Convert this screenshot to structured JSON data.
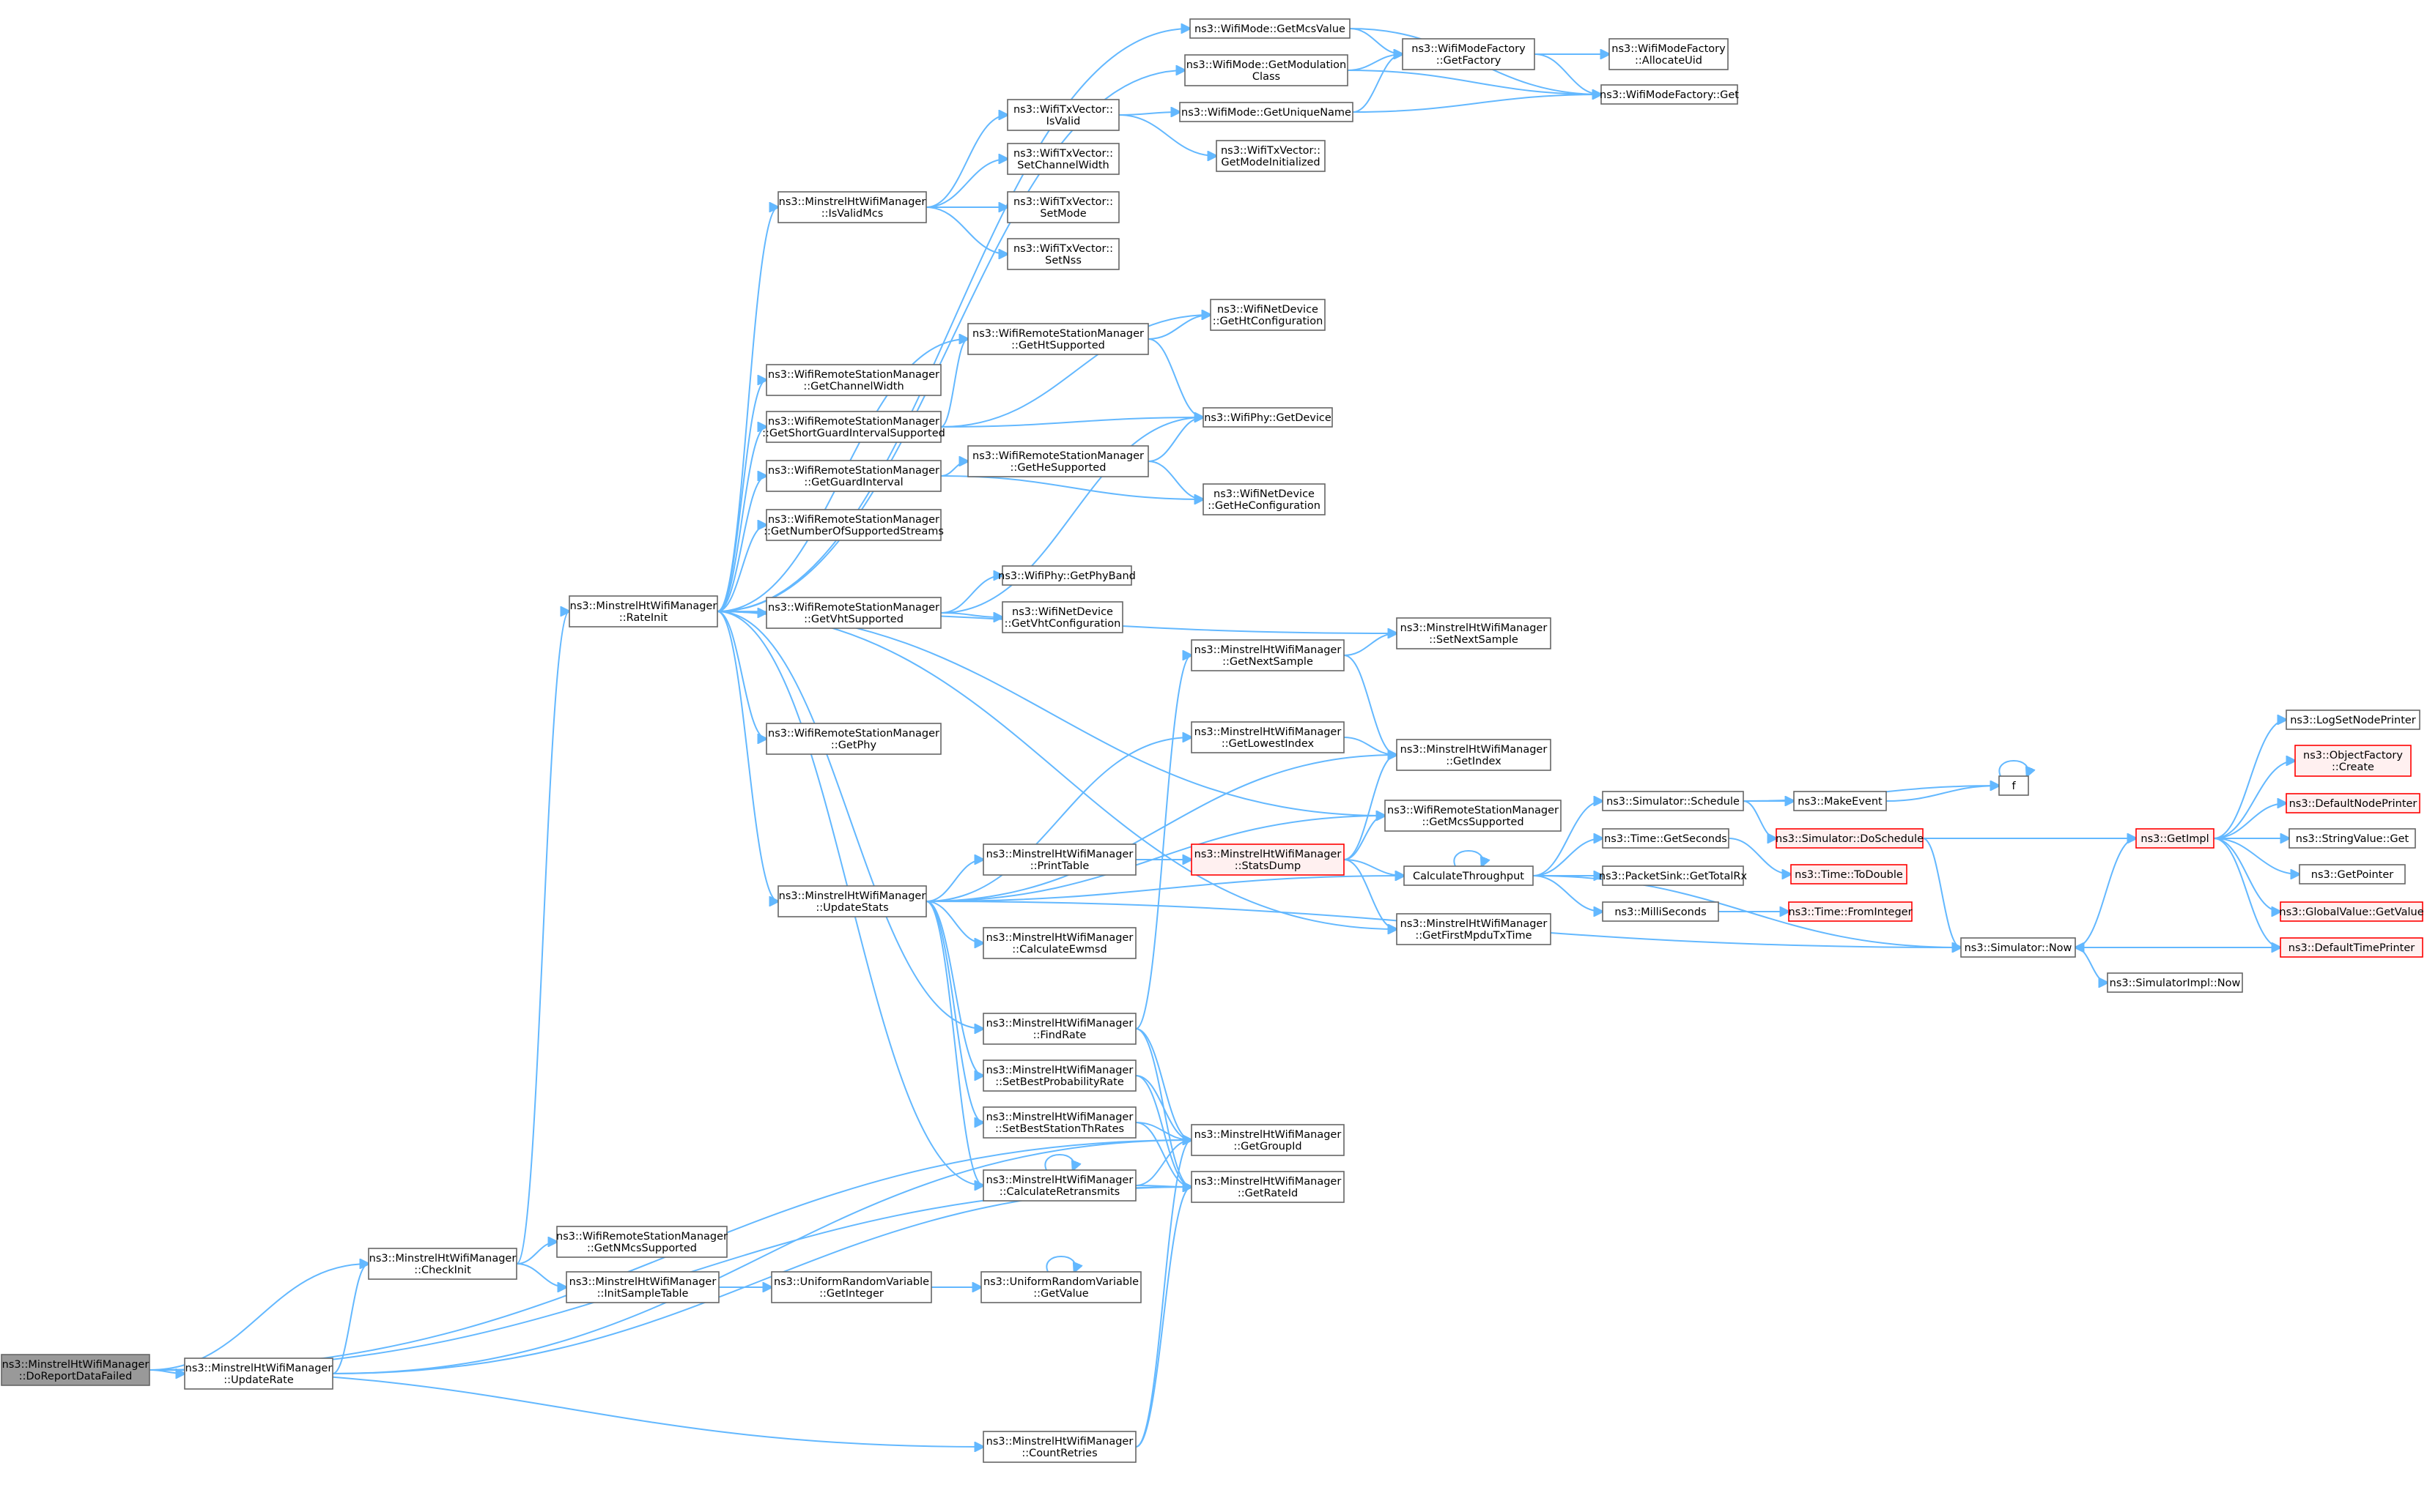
{
  "colors": {
    "edge": "#63b8ff",
    "box_border": "#666666",
    "box_fill": "#ffffff",
    "root_fill": "#999999",
    "truncated_border": "#ff0000",
    "truncated_fill": "#fff0f0",
    "text": "#000000"
  },
  "nodes": [
    {
      "id": "root",
      "lines": [
        "ns3::MinstrelHtWifiManager",
        "::DoReportDataFailed"
      ],
      "kind": "root"
    },
    {
      "id": "checkinit",
      "lines": [
        "ns3::MinstrelHtWifiManager",
        "::CheckInit"
      ]
    },
    {
      "id": "updaterate",
      "lines": [
        "ns3::MinstrelHtWifiManager",
        "::UpdateRate"
      ]
    },
    {
      "id": "rateinit",
      "lines": [
        "ns3::MinstrelHtWifiManager",
        "::RateInit"
      ]
    },
    {
      "id": "getnmcs",
      "lines": [
        "ns3::WifiRemoteStationManager",
        "::GetNMcsSupported"
      ]
    },
    {
      "id": "initsample",
      "lines": [
        "ns3::MinstrelHtWifiManager",
        "::InitSampleTable"
      ]
    },
    {
      "id": "urv_getint",
      "lines": [
        "ns3::UniformRandomVariable",
        "::GetInteger"
      ]
    },
    {
      "id": "urv_getval",
      "lines": [
        "ns3::UniformRandomVariable",
        "::GetValue"
      ]
    },
    {
      "id": "countretries",
      "lines": [
        "ns3::MinstrelHtWifiManager",
        "::CountRetries"
      ]
    },
    {
      "id": "isvalidmcs",
      "lines": [
        "ns3::MinstrelHtWifiManager",
        "::IsValidMcs"
      ]
    },
    {
      "id": "txv_isvalid",
      "lines": [
        "ns3::WifiTxVector::",
        "IsValid"
      ]
    },
    {
      "id": "txv_setcw",
      "lines": [
        "ns3::WifiTxVector::",
        "SetChannelWidth"
      ]
    },
    {
      "id": "txv_setmode",
      "lines": [
        "ns3::WifiTxVector::",
        "SetMode"
      ]
    },
    {
      "id": "txv_setnss",
      "lines": [
        "ns3::WifiTxVector::",
        "SetNss"
      ]
    },
    {
      "id": "mode_getmcs",
      "lines": [
        "ns3::WifiMode::GetMcsValue"
      ]
    },
    {
      "id": "mode_getmod",
      "lines": [
        "ns3::WifiMode::GetModulation",
        "Class"
      ]
    },
    {
      "id": "mode_getuid",
      "lines": [
        "ns3::WifiMode::GetUniqueName"
      ]
    },
    {
      "id": "txv_getmodeinit",
      "lines": [
        "ns3::WifiTxVector::",
        "GetModeInitialized"
      ]
    },
    {
      "id": "mf_getfactory",
      "lines": [
        "ns3::WifiModeFactory",
        "::GetFactory"
      ]
    },
    {
      "id": "mf_alloc",
      "lines": [
        "ns3::WifiModeFactory",
        "::AllocateUid"
      ]
    },
    {
      "id": "mf_get",
      "lines": [
        "ns3::WifiModeFactory::Get"
      ]
    },
    {
      "id": "rsm_getht",
      "lines": [
        "ns3::WifiRemoteStationManager",
        "::GetHtSupported"
      ]
    },
    {
      "id": "rsm_getcw",
      "lines": [
        "ns3::WifiRemoteStationManager",
        "::GetChannelWidth"
      ]
    },
    {
      "id": "rsm_getsgi",
      "lines": [
        "ns3::WifiRemoteStationManager",
        "::GetShortGuardIntervalSupported"
      ]
    },
    {
      "id": "rsm_getgi",
      "lines": [
        "ns3::WifiRemoteStationManager",
        "::GetGuardInterval"
      ]
    },
    {
      "id": "rsm_getnss",
      "lines": [
        "ns3::WifiRemoteStationManager",
        "::GetNumberOfSupportedStreams"
      ]
    },
    {
      "id": "rsm_getvht",
      "lines": [
        "ns3::WifiRemoteStationManager",
        "::GetVhtSupported"
      ]
    },
    {
      "id": "rsm_gethe",
      "lines": [
        "ns3::WifiRemoteStationManager",
        "::GetHeSupported"
      ]
    },
    {
      "id": "nd_getht",
      "lines": [
        "ns3::WifiNetDevice",
        "::GetHtConfiguration"
      ]
    },
    {
      "id": "phy_getdev",
      "lines": [
        "ns3::WifiPhy::GetDevice"
      ]
    },
    {
      "id": "nd_gethe",
      "lines": [
        "ns3::WifiNetDevice",
        "::GetHeConfiguration"
      ]
    },
    {
      "id": "phy_getband",
      "lines": [
        "ns3::WifiPhy::GetPhyBand"
      ]
    },
    {
      "id": "nd_getvht",
      "lines": [
        "ns3::WifiNetDevice",
        "::GetVhtConfiguration"
      ]
    },
    {
      "id": "setnextsample",
      "lines": [
        "ns3::MinstrelHtWifiManager",
        "::SetNextSample"
      ]
    },
    {
      "id": "getnextsample",
      "lines": [
        "ns3::MinstrelHtWifiManager",
        "::GetNextSample"
      ]
    },
    {
      "id": "rsm_getphy",
      "lines": [
        "ns3::WifiRemoteStationManager",
        "::GetPhy"
      ]
    },
    {
      "id": "getlowest",
      "lines": [
        "ns3::MinstrelHtWifiManager",
        "::GetLowestIndex"
      ]
    },
    {
      "id": "getindex",
      "lines": [
        "ns3::MinstrelHtWifiManager",
        "::GetIndex"
      ]
    },
    {
      "id": "rsm_getmcs",
      "lines": [
        "ns3::WifiRemoteStationManager",
        "::GetMcsSupported"
      ]
    },
    {
      "id": "updatestats",
      "lines": [
        "ns3::MinstrelHtWifiManager",
        "::UpdateStats"
      ]
    },
    {
      "id": "printtable",
      "lines": [
        "ns3::MinstrelHtWifiManager",
        "::PrintTable"
      ]
    },
    {
      "id": "statsdump",
      "lines": [
        "ns3::MinstrelHtWifiManager",
        "::StatsDump"
      ],
      "kind": "truncated"
    },
    {
      "id": "calcthr",
      "lines": [
        "CalculateThroughput"
      ]
    },
    {
      "id": "getfirstmpdu",
      "lines": [
        "ns3::MinstrelHtWifiManager",
        "::GetFirstMpduTxTime"
      ]
    },
    {
      "id": "calcewmsd",
      "lines": [
        "ns3::MinstrelHtWifiManager",
        "::CalculateEwmsd"
      ]
    },
    {
      "id": "findrate",
      "lines": [
        "ns3::MinstrelHtWifiManager",
        "::FindRate"
      ]
    },
    {
      "id": "setbestprob",
      "lines": [
        "ns3::MinstrelHtWifiManager",
        "::SetBestProbabilityRate"
      ]
    },
    {
      "id": "setbestthr",
      "lines": [
        "ns3::MinstrelHtWifiManager",
        "::SetBestStationThRates"
      ]
    },
    {
      "id": "calcretrans",
      "lines": [
        "ns3::MinstrelHtWifiManager",
        "::CalculateRetransmits"
      ]
    },
    {
      "id": "getgroupid",
      "lines": [
        "ns3::MinstrelHtWifiManager",
        "::GetGroupId"
      ]
    },
    {
      "id": "getrateid",
      "lines": [
        "ns3::MinstrelHtWifiManager",
        "::GetRateId"
      ]
    },
    {
      "id": "sim_schedule",
      "lines": [
        "ns3::Simulator::Schedule"
      ]
    },
    {
      "id": "makeevent",
      "lines": [
        "ns3::MakeEvent"
      ]
    },
    {
      "id": "sim_dosched",
      "lines": [
        "ns3::Simulator::DoSchedule"
      ],
      "kind": "truncated"
    },
    {
      "id": "f",
      "lines": [
        "f"
      ]
    },
    {
      "id": "time_getsec",
      "lines": [
        "ns3::Time::GetSeconds"
      ]
    },
    {
      "id": "time_todouble",
      "lines": [
        "ns3::Time::ToDouble"
      ],
      "kind": "truncated"
    },
    {
      "id": "pktsink",
      "lines": [
        "ns3::PacketSink::GetTotalRx"
      ]
    },
    {
      "id": "millisec",
      "lines": [
        "ns3::MilliSeconds"
      ]
    },
    {
      "id": "time_fromint",
      "lines": [
        "ns3::Time::FromInteger"
      ],
      "kind": "truncated"
    },
    {
      "id": "sim_now",
      "lines": [
        "ns3::Simulator::Now"
      ]
    },
    {
      "id": "simimpl_now",
      "lines": [
        "ns3::SimulatorImpl::Now"
      ]
    },
    {
      "id": "getimpl",
      "lines": [
        "ns3::GetImpl"
      ],
      "kind": "truncated"
    },
    {
      "id": "logsetnode",
      "lines": [
        "ns3::LogSetNodePrinter"
      ]
    },
    {
      "id": "objfactory",
      "lines": [
        "ns3::ObjectFactory",
        "::Create"
      ],
      "kind": "truncated"
    },
    {
      "id": "defnodeprinter",
      "lines": [
        "ns3::DefaultNodePrinter"
      ],
      "kind": "truncated"
    },
    {
      "id": "strvalget",
      "lines": [
        "ns3::StringValue::Get"
      ]
    },
    {
      "id": "getpointer",
      "lines": [
        "ns3::GetPointer"
      ]
    },
    {
      "id": "globalval",
      "lines": [
        "ns3::GlobalValue::GetValue"
      ],
      "kind": "truncated"
    },
    {
      "id": "deftimeprinter",
      "lines": [
        "ns3::DefaultTimePrinter"
      ],
      "kind": "truncated"
    }
  ],
  "edges": [
    [
      "root",
      "checkinit"
    ],
    [
      "root",
      "updaterate"
    ],
    [
      "root",
      "getgroupid"
    ],
    [
      "root",
      "countretries"
    ],
    [
      "root",
      "getrateid"
    ],
    [
      "checkinit",
      "rateinit"
    ],
    [
      "checkinit",
      "getnmcs"
    ],
    [
      "checkinit",
      "initsample"
    ],
    [
      "updaterate",
      "checkinit"
    ],
    [
      "updaterate",
      "getgroupid"
    ],
    [
      "updaterate",
      "getrateid"
    ],
    [
      "initsample",
      "urv_getint"
    ],
    [
      "urv_getint",
      "urv_getval"
    ],
    [
      "urv_getval",
      "urv_getval"
    ],
    [
      "countretries",
      "getgroupid"
    ],
    [
      "countretries",
      "getrateid"
    ],
    [
      "rateinit",
      "mode_getmcs"
    ],
    [
      "rateinit",
      "mode_getmod"
    ],
    [
      "rateinit",
      "isvalidmcs"
    ],
    [
      "rateinit",
      "rsm_getht"
    ],
    [
      "rateinit",
      "rsm_getcw"
    ],
    [
      "rateinit",
      "rsm_getsgi"
    ],
    [
      "rateinit",
      "rsm_getgi"
    ],
    [
      "rateinit",
      "rsm_getnss"
    ],
    [
      "rateinit",
      "rsm_getvht"
    ],
    [
      "rateinit",
      "setnextsample"
    ],
    [
      "rateinit",
      "rsm_getmcs"
    ],
    [
      "rateinit",
      "rsm_getphy"
    ],
    [
      "rateinit",
      "updatestats"
    ],
    [
      "rateinit",
      "findrate"
    ],
    [
      "rateinit",
      "calcretrans"
    ],
    [
      "rateinit",
      "getfirstmpdu"
    ],
    [
      "isvalidmcs",
      "txv_isvalid"
    ],
    [
      "isvalidmcs",
      "txv_setcw"
    ],
    [
      "isvalidmcs",
      "txv_setmode"
    ],
    [
      "isvalidmcs",
      "txv_setnss"
    ],
    [
      "txv_isvalid",
      "mode_getuid"
    ],
    [
      "txv_isvalid",
      "txv_getmodeinit"
    ],
    [
      "mode_getmcs",
      "mf_getfactory"
    ],
    [
      "mode_getmcs",
      "mf_get"
    ],
    [
      "mode_getmod",
      "mf_getfactory"
    ],
    [
      "mode_getmod",
      "mf_get"
    ],
    [
      "mode_getuid",
      "mf_getfactory"
    ],
    [
      "mode_getuid",
      "mf_get"
    ],
    [
      "mf_getfactory",
      "mf_alloc"
    ],
    [
      "mf_getfactory",
      "mf_get"
    ],
    [
      "rsm_getht",
      "nd_getht"
    ],
    [
      "rsm_getht",
      "phy_getdev"
    ],
    [
      "rsm_getsgi",
      "nd_getht"
    ],
    [
      "rsm_getsgi",
      "phy_getdev"
    ],
    [
      "rsm_getsgi",
      "rsm_getht"
    ],
    [
      "rsm_getgi",
      "rsm_gethe"
    ],
    [
      "rsm_getgi",
      "nd_gethe"
    ],
    [
      "rsm_gethe",
      "phy_getdev"
    ],
    [
      "rsm_gethe",
      "nd_gethe"
    ],
    [
      "rsm_getvht",
      "phy_getband"
    ],
    [
      "rsm_getvht",
      "nd_getvht"
    ],
    [
      "rsm_getvht",
      "phy_getdev"
    ],
    [
      "getnextsample",
      "setnextsample"
    ],
    [
      "getnextsample",
      "getindex"
    ],
    [
      "getlowest",
      "getindex"
    ],
    [
      "updatestats",
      "getlowest"
    ],
    [
      "updatestats",
      "getindex"
    ],
    [
      "updatestats",
      "rsm_getmcs"
    ],
    [
      "updatestats",
      "printtable"
    ],
    [
      "updatestats",
      "calcthr"
    ],
    [
      "updatestats",
      "calcewmsd"
    ],
    [
      "updatestats",
      "setbestprob"
    ],
    [
      "updatestats",
      "setbestthr"
    ],
    [
      "updatestats",
      "calcretrans"
    ],
    [
      "updatestats",
      "sim_now"
    ],
    [
      "printtable",
      "statsdump"
    ],
    [
      "statsdump",
      "getindex"
    ],
    [
      "statsdump",
      "rsm_getmcs"
    ],
    [
      "statsdump",
      "calcthr"
    ],
    [
      "statsdump",
      "getfirstmpdu"
    ],
    [
      "findrate",
      "getnextsample"
    ],
    [
      "findrate",
      "getgroupid"
    ],
    [
      "findrate",
      "getrateid"
    ],
    [
      "setbestprob",
      "getgroupid"
    ],
    [
      "setbestprob",
      "getrateid"
    ],
    [
      "setbestthr",
      "getgroupid"
    ],
    [
      "setbestthr",
      "getrateid"
    ],
    [
      "calcretrans",
      "calcretrans"
    ],
    [
      "calcretrans",
      "getgroupid"
    ],
    [
      "calcretrans",
      "getrateid"
    ],
    [
      "calcthr",
      "calcthr"
    ],
    [
      "calcthr",
      "sim_schedule"
    ],
    [
      "calcthr",
      "time_getsec"
    ],
    [
      "calcthr",
      "pktsink"
    ],
    [
      "calcthr",
      "millisec"
    ],
    [
      "calcthr",
      "sim_now"
    ],
    [
      "sim_schedule",
      "makeevent"
    ],
    [
      "sim_schedule",
      "sim_dosched"
    ],
    [
      "sim_schedule",
      "f"
    ],
    [
      "makeevent",
      "f"
    ],
    [
      "f",
      "f"
    ],
    [
      "sim_dosched",
      "getimpl"
    ],
    [
      "sim_dosched",
      "sim_now"
    ],
    [
      "time_getsec",
      "time_todouble"
    ],
    [
      "millisec",
      "time_fromint"
    ],
    [
      "sim_now",
      "getimpl"
    ],
    [
      "sim_now",
      "simimpl_now"
    ],
    [
      "getimpl",
      "logsetnode"
    ],
    [
      "getimpl",
      "objfactory"
    ],
    [
      "getimpl",
      "defnodeprinter"
    ],
    [
      "getimpl",
      "strvalget"
    ],
    [
      "getimpl",
      "getpointer"
    ],
    [
      "getimpl",
      "globalval"
    ],
    [
      "getimpl",
      "deftimeprinter"
    ],
    [
      "deftimeprinter",
      "sim_now"
    ]
  ]
}
